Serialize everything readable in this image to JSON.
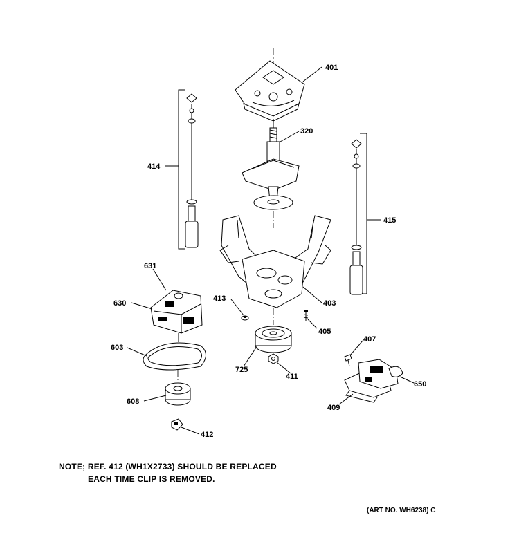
{
  "labels": {
    "p401": "401",
    "p320": "320",
    "p414": "414",
    "p415": "415",
    "p631": "631",
    "p630": "630",
    "p413": "413",
    "p403": "403",
    "p405": "405",
    "p603": "603",
    "p725": "725",
    "p411": "411",
    "p407": "407",
    "p650": "650",
    "p409": "409",
    "p608": "608",
    "p412": "412"
  },
  "note": {
    "line1": "NOTE; REF. 412 (WH1X2733) SHOULD BE REPLACED",
    "line2": "EACH TIME CLIP IS REMOVED."
  },
  "art_number": "(ART NO. WH6238) C"
}
